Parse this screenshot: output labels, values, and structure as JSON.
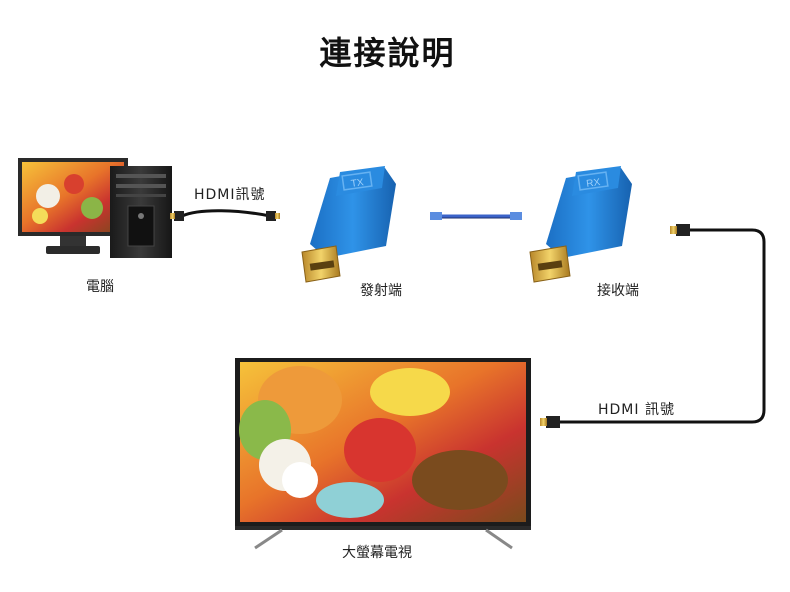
{
  "title": "連接說明",
  "labels": {
    "computer": "電腦",
    "transmitter": "發射端",
    "receiver": "接收端",
    "tv": "大螢幕電視",
    "hdmi_cable_left": "HDMI訊號",
    "hdmi_cable_right": "HDMI 訊號"
  },
  "device_text": {
    "transmitter_tag": "TX",
    "receiver_tag": "RX"
  },
  "colors": {
    "extender_blue": "#1e7fd6",
    "cable_black": "#111111",
    "ethernet_blue": "#3b63c9",
    "hdmi_gold": "#d4a63a"
  },
  "icons": [
    "computer-icon",
    "monitor-icon",
    "tv-icon",
    "hdmi-connector-icon",
    "extender-icon",
    "ethernet-cable-icon"
  ]
}
